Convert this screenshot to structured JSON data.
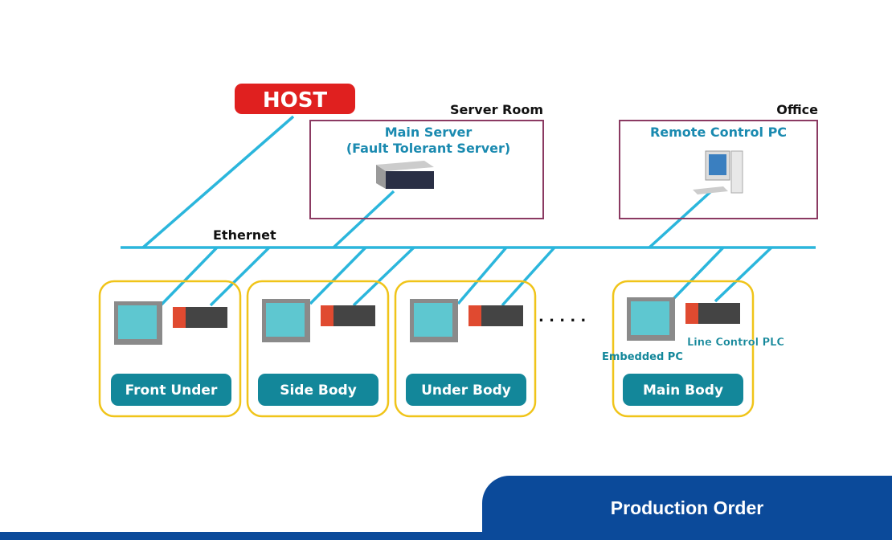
{
  "host_label": "HOST",
  "server_room": {
    "title": "Server Room",
    "device": "Main Server",
    "device_sub": "(Fault Tolerant Server)"
  },
  "office": {
    "title": "Office",
    "device": "Remote Control PC"
  },
  "network_label": "Ethernet",
  "stations": [
    {
      "label": "Front Under"
    },
    {
      "label": "Side Body"
    },
    {
      "label": "Under Body"
    },
    {
      "label": "Main Body",
      "embedded_pc_label": "Embedded PC",
      "plc_label": "Line Control PLC"
    }
  ],
  "ellipsis": ". . . . .",
  "banner": {
    "label": "Production Order"
  },
  "colors": {
    "line": "#2bb6dc",
    "station_border": "#f0c419",
    "station_button": "#13879a",
    "room_border": "#8b3a62",
    "host": "#e0201f",
    "banner": "#0b4a9a"
  }
}
